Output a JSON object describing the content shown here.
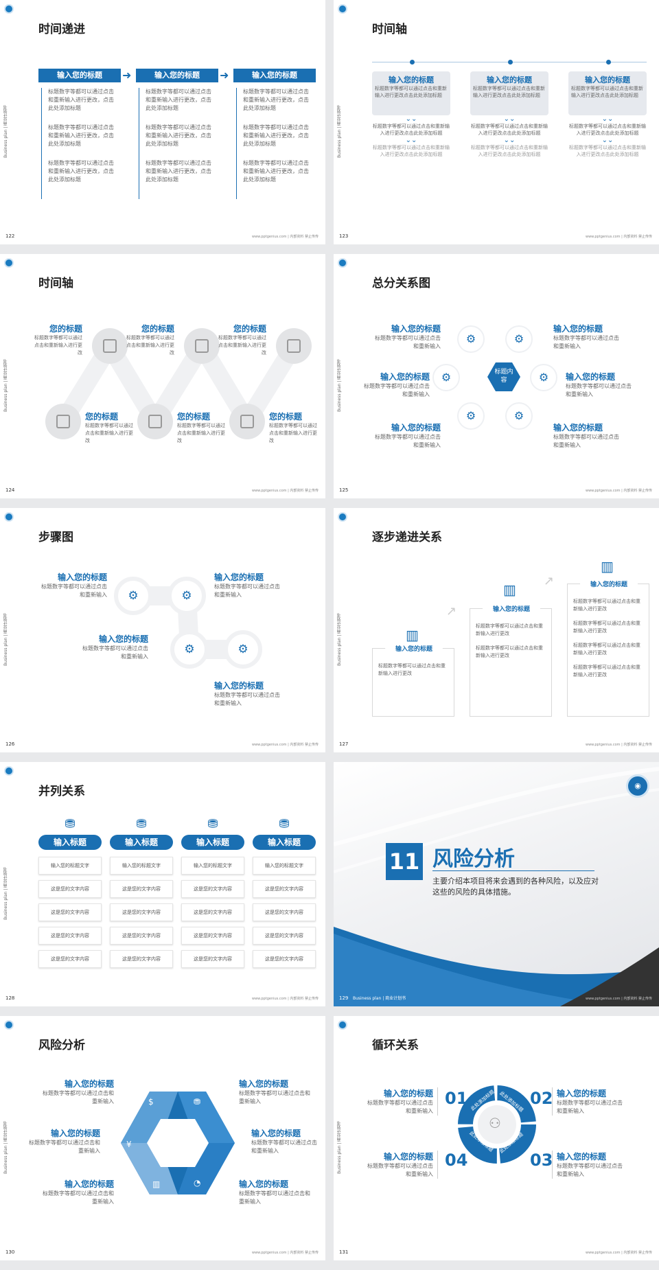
{
  "common": {
    "side": "Business plan | 商业计划书",
    "foot": "www.pptgenius.com | 内部资料 禁止传传"
  },
  "s122": {
    "num": "122",
    "title": "时间递进",
    "head": "输入您的标题",
    "items": [
      "标题数字等都可以通过点击和重新输入进行更改，点击此处添加标题",
      "标题数字等都可以通过点击和重新输入进行更改，点击此处添加标题",
      "标题数字等都可以通过点击和重新输入进行更改，点击此处添加标题"
    ]
  },
  "s123": {
    "num": "123",
    "title": "时间轴",
    "head": "输入您的标题",
    "box": "标题数字等都可以通过点击和重新输入进行更改点击此处添加标题",
    "sub": "标题数字等都可以通过点击和重新输入进行更改点击此处添加标题",
    "sub2": "标题数字等都可以通过点击和重新输入进行更改点击此处添加标题"
  },
  "s124": {
    "num": "124",
    "title": "时间轴",
    "head": "您的标题",
    "desc": "标题数字等都可以通过点击和重新输入进行更改"
  },
  "s125": {
    "num": "125",
    "title": "总分关系图",
    "head": "输入您的标题",
    "desc": "标题数字等都可以通过点击和重新输入",
    "center": "标题内容"
  },
  "s126": {
    "num": "126",
    "title": "步骤图",
    "head": "输入您的标题",
    "desc": "标题数字等都可以通过点击和重新输入"
  },
  "s127": {
    "num": "127",
    "title": "逐步递进关系",
    "head": "输入您的标题",
    "desc": "标题数字等都可以通过点击和重新输入进行更改"
  },
  "s128": {
    "num": "128",
    "title": "并列关系",
    "head": "输入标题",
    "row1": "输入您的标题文字",
    "row": "这是您的文字内容"
  },
  "s129": {
    "num": "129",
    "chap": "11",
    "title": "风险分析",
    "desc": "主要介绍本项目将来会遇到的各种风险，以及应对这些的风险的具体措施。",
    "foot": "Business plan | 商业计划书"
  },
  "s130": {
    "num": "130",
    "title": "风险分析",
    "head": "输入您的标题",
    "desc": "标题数字等都可以通过点击和重新输入"
  },
  "s131": {
    "num": "131",
    "title": "循环关系",
    "head": "输入您的标题",
    "desc": "标题数字等都可以通过点击和重新输入",
    "n1": "01",
    "n2": "02",
    "n3": "03",
    "n4": "04",
    "seg": "此处添加标题"
  }
}
